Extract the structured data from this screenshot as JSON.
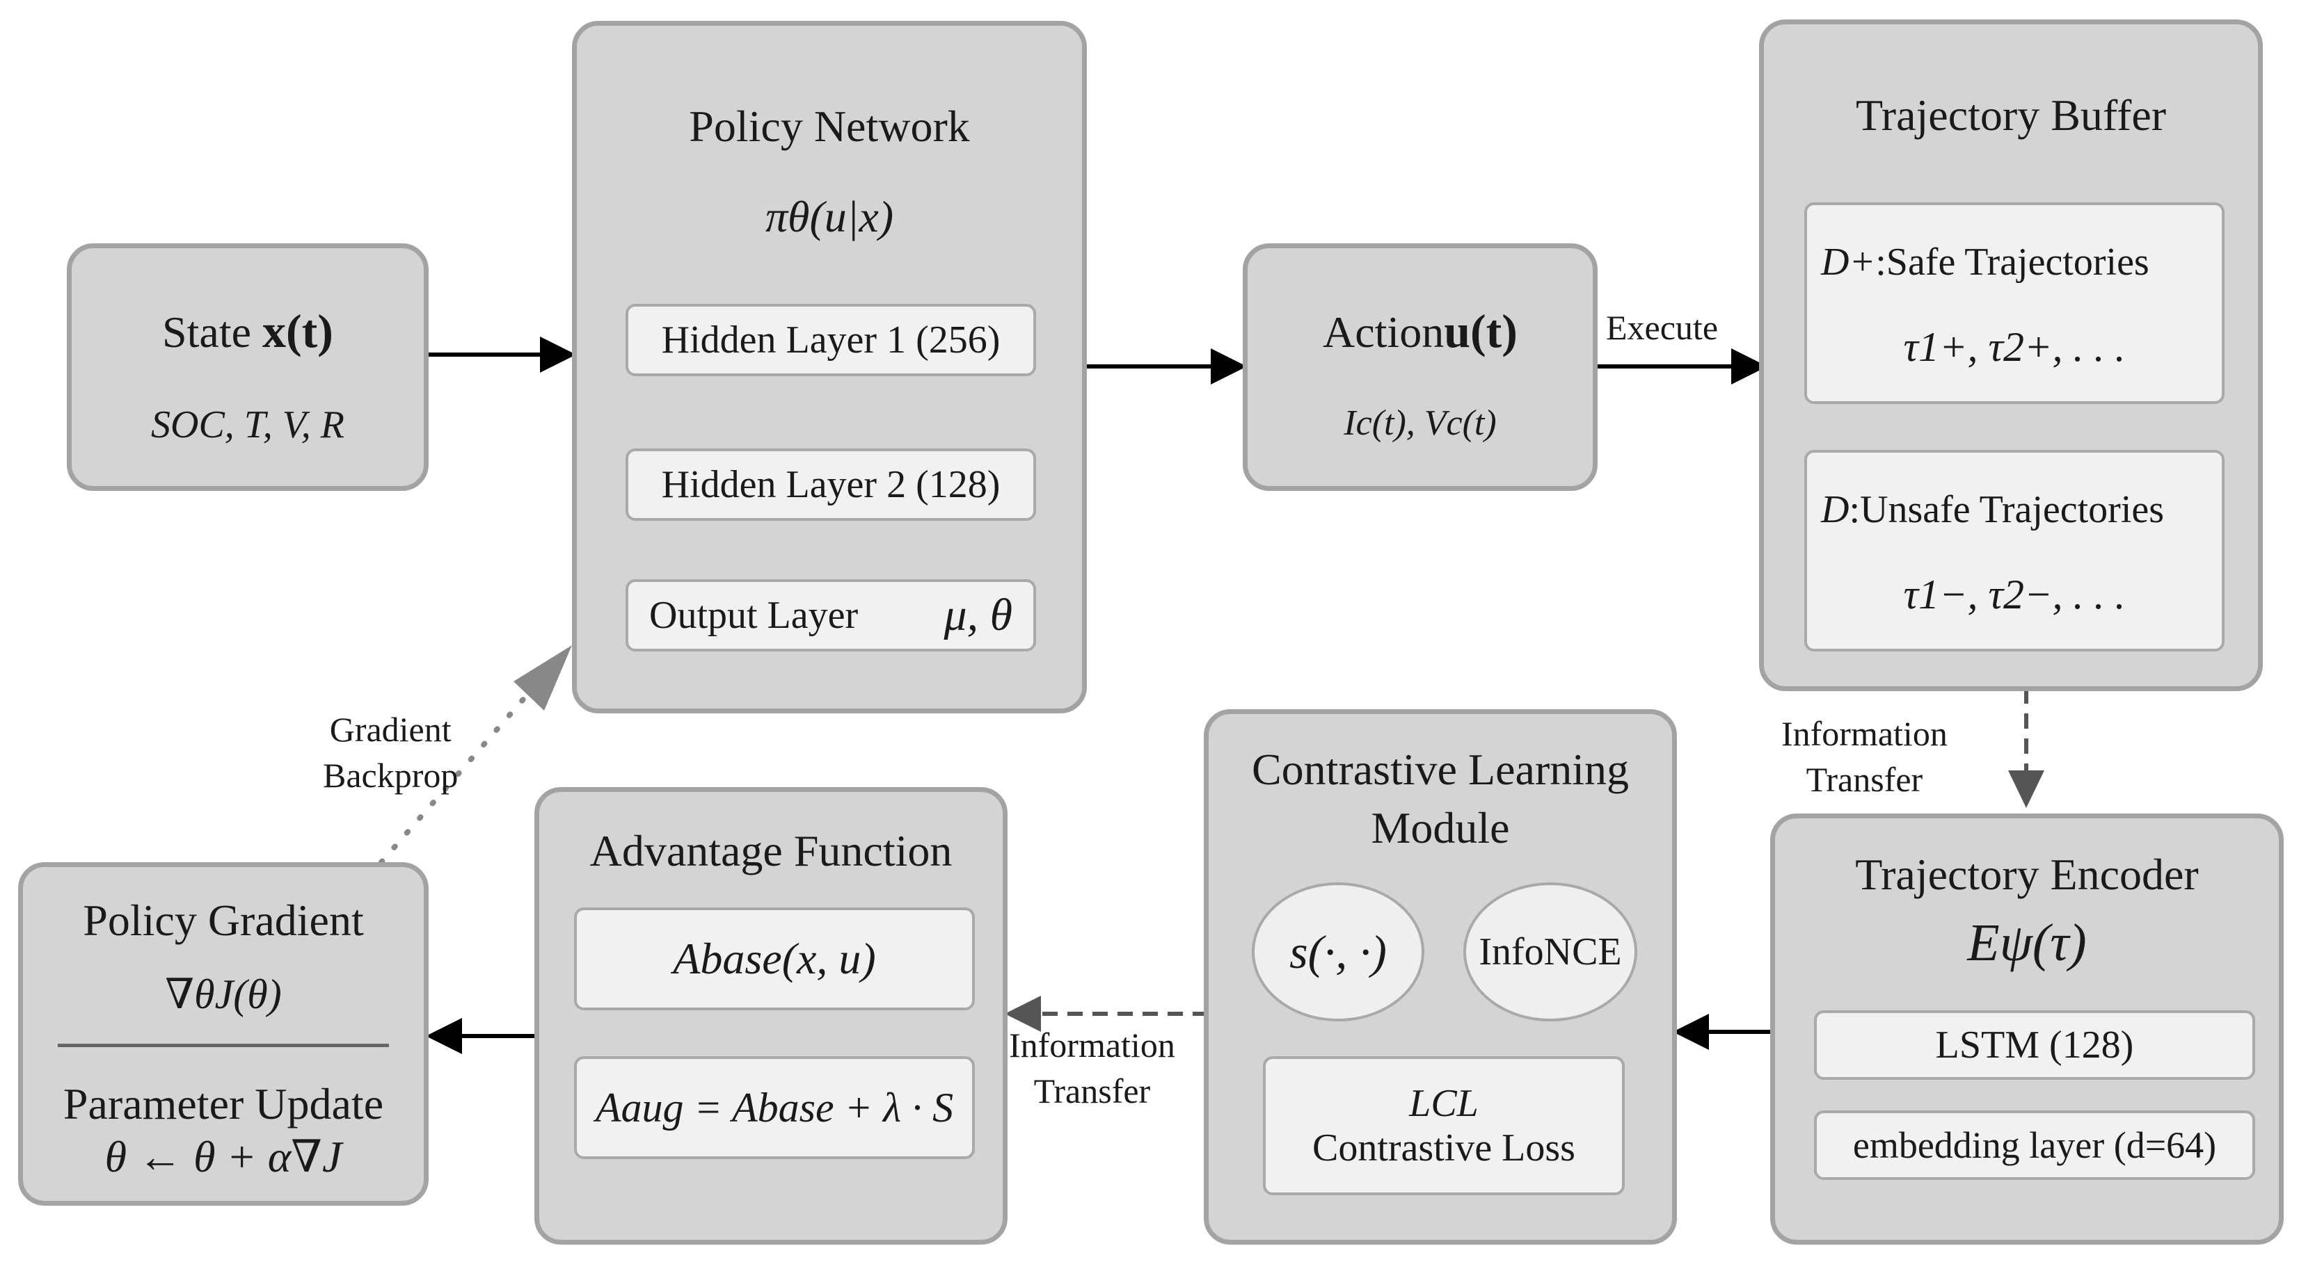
{
  "state": {
    "title": "State",
    "title_math": "x(t)",
    "vars": "SOC, T, V, R"
  },
  "policy": {
    "title": "Policy Network",
    "formula": "πθ(u|x)",
    "layer1": "Hidden Layer 1 (256)",
    "layer2": "Hidden Layer 2 (128)",
    "output": "Output Layer",
    "output_params": "μ, θ"
  },
  "action": {
    "title": "Action",
    "title_math": "u(t)",
    "formula": "Ic(t), Vc(t)"
  },
  "buffer": {
    "title": "Trajectory Buffer",
    "safe_sym": "D+",
    "safe_label": ":Safe Trajectories",
    "safe_seq": "τ1+, τ2+, . . .",
    "unsafe_sym": "D",
    "unsafe_label": ":Unsafe Trajectories",
    "unsafe_seq": "τ1−, τ2−, . . ."
  },
  "encoder": {
    "title": "Trajectory Encoder",
    "formula": "Eψ(τ)",
    "lstm": "LSTM (128)",
    "embedding": "embedding layer (d=64)"
  },
  "contrastive": {
    "title_line1": "Contrastive Learning",
    "title_line2": "Module",
    "similarity": "s(·, ·)",
    "infonce": "InfoNCE",
    "loss_sym": "LCL",
    "loss_label": "Contrastive Loss"
  },
  "advantage": {
    "title": "Advantage Function",
    "base": "Abase(x, u)",
    "aug": "Aaug = Abase + λ · S"
  },
  "gradient": {
    "title": "Policy Gradient",
    "formula": "∇θJ(θ)",
    "update_title": "Parameter Update",
    "update_formula": "θ ← θ + α∇J"
  },
  "edges": {
    "execute": "Execute",
    "info_transfer_1_line1": "Information",
    "info_transfer_1_line2": "Transfer",
    "info_transfer_2_line1": "Information",
    "info_transfer_2_line2": "Transfer",
    "backprop_line1": "Gradient",
    "backprop_line2": "Backprop"
  }
}
